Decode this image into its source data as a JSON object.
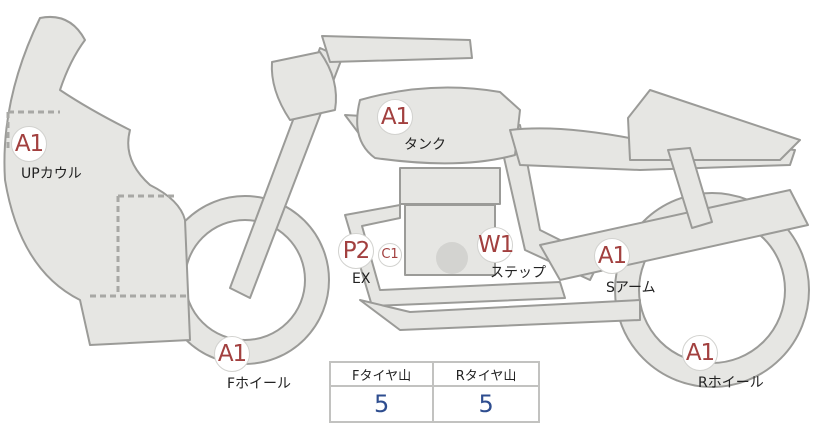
{
  "parts": [
    {
      "name": "up-cowl",
      "grade": "A1",
      "label": "UPカウル"
    },
    {
      "name": "tank",
      "grade": "A1",
      "label": "タンク"
    },
    {
      "name": "exhaust",
      "grade": "P2",
      "sub_grade": "C1",
      "label": "EX"
    },
    {
      "name": "step",
      "grade": "W1",
      "label": "ステップ"
    },
    {
      "name": "swing-arm",
      "grade": "A1",
      "label": "Sアーム"
    },
    {
      "name": "front-wheel",
      "grade": "A1",
      "label": "Fホイール"
    },
    {
      "name": "rear-wheel",
      "grade": "A1",
      "label": "Rホイール"
    }
  ],
  "tread_table": {
    "headers": [
      "Fタイヤ山",
      "Rタイヤ山"
    ],
    "values": [
      "5",
      "5"
    ]
  },
  "colors": {
    "grade_text": "#a2403f",
    "value_text": "#2e4d8f",
    "part_fill": "#e6e6e3",
    "part_stroke": "#9b9b98"
  }
}
